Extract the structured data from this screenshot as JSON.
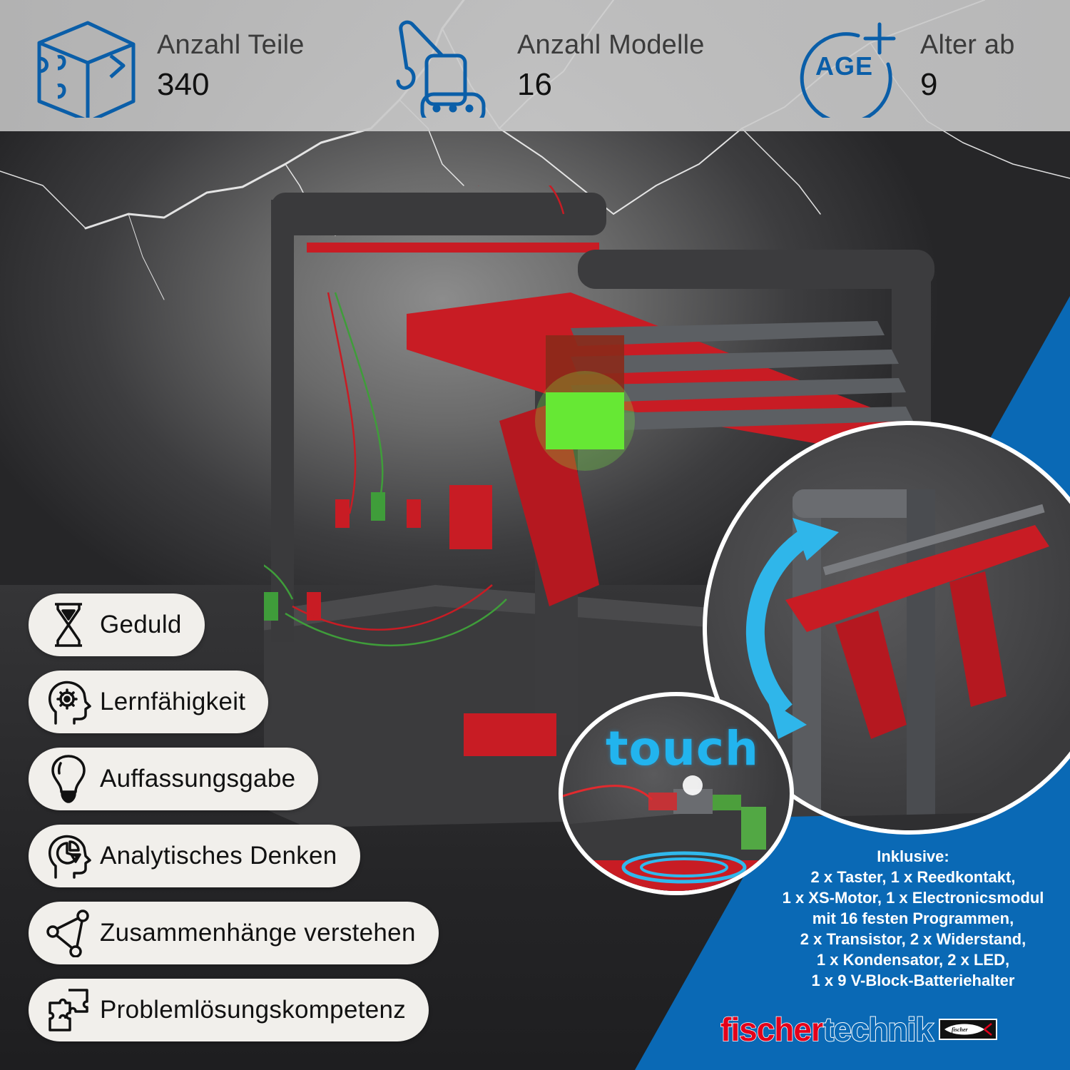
{
  "header": {
    "stats": [
      {
        "label": "Anzahl Teile",
        "value": "340",
        "icon": "puzzle-cube-icon"
      },
      {
        "label": "Anzahl Modelle",
        "value": "16",
        "icon": "crane-model-icon"
      },
      {
        "label": "Alter ab",
        "value": "9",
        "icon": "age-plus-icon",
        "icon_text": "AGE"
      }
    ]
  },
  "skills": [
    {
      "label": "Geduld",
      "icon": "hourglass-icon"
    },
    {
      "label": "Lernfähigkeit",
      "icon": "head-gear-icon"
    },
    {
      "label": "Auffassungsgabe",
      "icon": "lightbulb-icon"
    },
    {
      "label": "Analytisches Denken",
      "icon": "head-chart-icon"
    },
    {
      "label": "Zusammenhänge verstehen",
      "icon": "network-nodes-icon"
    },
    {
      "label": "Problemlösungskompetenz",
      "icon": "puzzle-pieces-icon"
    }
  ],
  "insets": {
    "touch": {
      "label": "touch"
    }
  },
  "inclusive": {
    "title": "Inklusive:",
    "lines": [
      "2 x Taster, 1 x Reedkontakt,",
      "1 x XS-Motor, 1 x Electronicsmodul",
      "mit 16 festen Programmen,",
      "2 x Transistor, 2 x Widerstand,",
      "1 x Kondensator, 2 x LED,",
      "1 x 9 V-Block-Batteriehalter"
    ]
  },
  "brand": {
    "part1": "fischer",
    "part2": "technik",
    "badge": "fischer"
  },
  "colors": {
    "icon_blue": "#0a5ea8",
    "panel_blue": "#0a69b5",
    "touch_cyan": "#22b4ee",
    "brand_red": "#e3001b",
    "pill_bg": "#f1efeb"
  }
}
